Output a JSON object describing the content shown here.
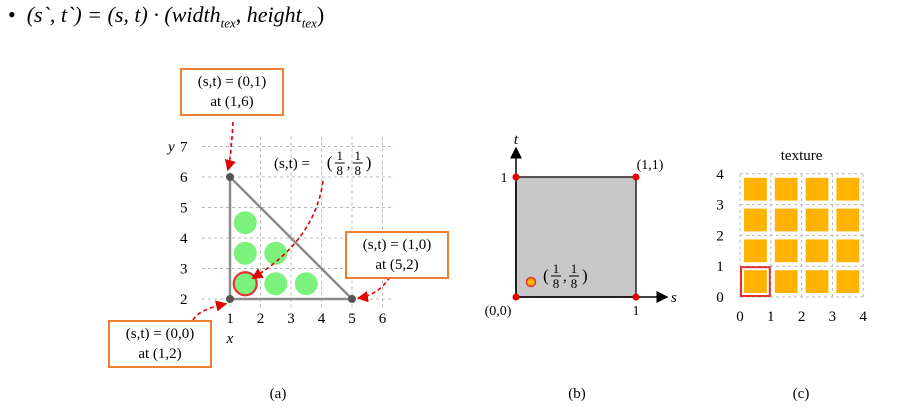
{
  "formula": {
    "bullet": "•",
    "lhs": "(s`, t`) = (s, t)  · (",
    "width": "width",
    "width_sub": "tex",
    "sep": ", ",
    "height": "height",
    "height_sub": "tex",
    "close": ")"
  },
  "panel_a": {
    "caption": "(a)",
    "x_axis_label": "x",
    "y_axis_label": "y",
    "x_ticks": [
      "1",
      "2",
      "3",
      "4",
      "5",
      "6"
    ],
    "y_ticks": [
      "2",
      "3",
      "4",
      "5",
      "6",
      "7"
    ],
    "triangle": [
      [
        1,
        2
      ],
      [
        5,
        2
      ],
      [
        1,
        6
      ]
    ],
    "fragments": [
      [
        1.5,
        4.5
      ],
      [
        1.5,
        3.5
      ],
      [
        2.5,
        3.5
      ],
      [
        1.5,
        2.5
      ],
      [
        2.5,
        2.5
      ],
      [
        3.5,
        2.5
      ]
    ],
    "highlight_fragment": [
      1.5,
      2.5
    ],
    "inline_label": "(s,t) = (1/8, 1/8)",
    "callouts": {
      "top": {
        "line1": "(s,t) = (0,1)",
        "line2": "at (1,6)"
      },
      "right": {
        "line1": "(s,t) = (1,0)",
        "line2": "at (5,2)"
      },
      "bottom": {
        "line1": "(s,t) = (0,0)",
        "line2": "at (1,2)"
      }
    },
    "colors": {
      "fragment": "#7CF27C",
      "highlight": "#E83030",
      "callout_border": "#ED7D31",
      "arrow": "#E00000",
      "edge": "#8C8C8C"
    }
  },
  "panel_b": {
    "caption": "(b)",
    "s_label": "s",
    "t_label": "t",
    "tick_one_x": "1",
    "tick_one_y": "1",
    "corner_origin": "(0,0)",
    "corner_top_right": "(1,1)",
    "point_label": "(1/8, 1/8)",
    "fill_color": "#C8C8C8"
  },
  "panel_c": {
    "caption": "(c)",
    "title": "texture",
    "x_ticks": [
      "0",
      "1",
      "2",
      "3",
      "4"
    ],
    "y_ticks": [
      "0",
      "1",
      "2",
      "3",
      "4"
    ],
    "texel_color": "#FFB300",
    "highlight_color": "#E03030"
  }
}
